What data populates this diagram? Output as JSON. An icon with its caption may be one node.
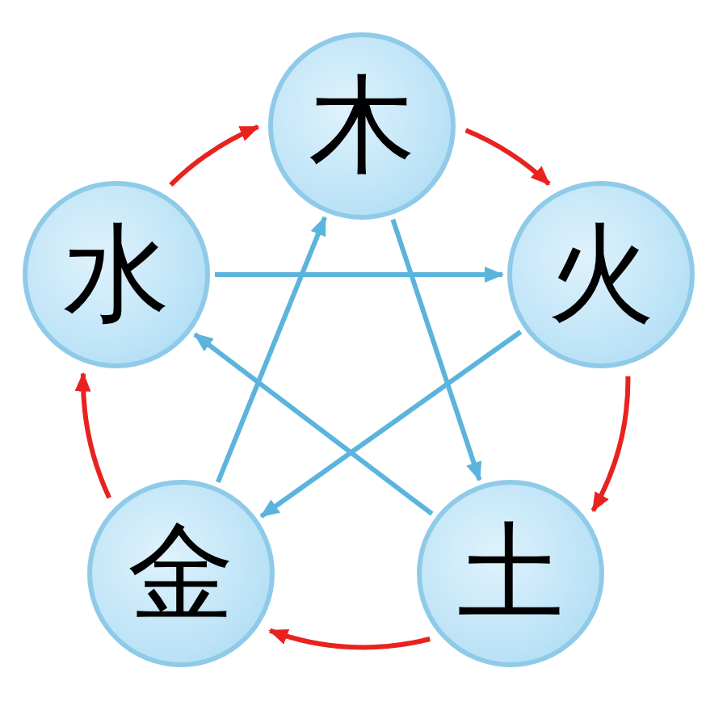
{
  "diagram": {
    "nodes": [
      {
        "text": [
          "木"
        ]
      },
      {
        "text": [
          "火"
        ]
      },
      {
        "text": [
          "土"
        ]
      },
      {
        "text": [
          "金"
        ]
      },
      {
        "text": [
          "水"
        ]
      }
    ],
    "edges": [
      {
        "from": 0,
        "to": 1,
        "arrow": "to",
        "color": "#e8231f"
      },
      {
        "from": 1,
        "to": 2,
        "arrow": "to",
        "color": "#e8231f"
      },
      {
        "from": 2,
        "to": 3,
        "arrow": "to",
        "color": "#e8231f"
      },
      {
        "from": 3,
        "to": 4,
        "arrow": "to",
        "color": "#e8231f"
      },
      {
        "from": 4,
        "to": 0,
        "arrow": "to",
        "color": "#e8231f"
      },
      {
        "from": 0,
        "to": 2,
        "arrow": "to",
        "color": "#5bb4dc"
      },
      {
        "from": 2,
        "to": 4,
        "arrow": "to",
        "color": "#5bb4dc"
      },
      {
        "from": 4,
        "to": 1,
        "arrow": "to",
        "color": "#5bb4dc"
      },
      {
        "from": 1,
        "to": 3,
        "arrow": "to",
        "color": "#5bb4dc"
      },
      {
        "from": 3,
        "to": 0,
        "arrow": "to",
        "color": "#5bb4dc"
      }
    ]
  }
}
